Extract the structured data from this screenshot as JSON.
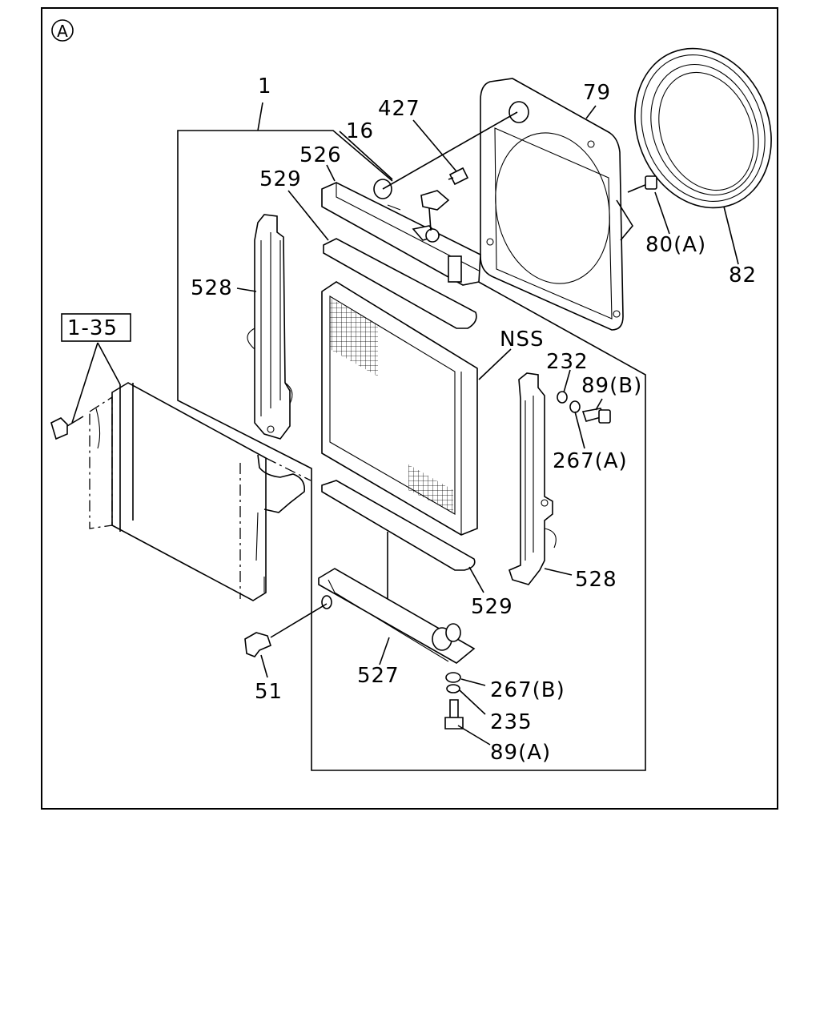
{
  "section_marker": "A",
  "labels": {
    "l1": "1",
    "l427": "427",
    "l79": "79",
    "l16": "16",
    "l526": "526",
    "l529_top": "529",
    "l528_left": "528",
    "l80a": "80(A)",
    "l82": "82",
    "l1_35": "1-35",
    "lnss": "NSS",
    "l232": "232",
    "l89b": "89(B)",
    "l267a": "267(A)",
    "l528_right": "528",
    "l529_bottom": "529",
    "l51": "51",
    "l527": "527",
    "l267b": "267(B)",
    "l235": "235",
    "l89a": "89(A)"
  }
}
